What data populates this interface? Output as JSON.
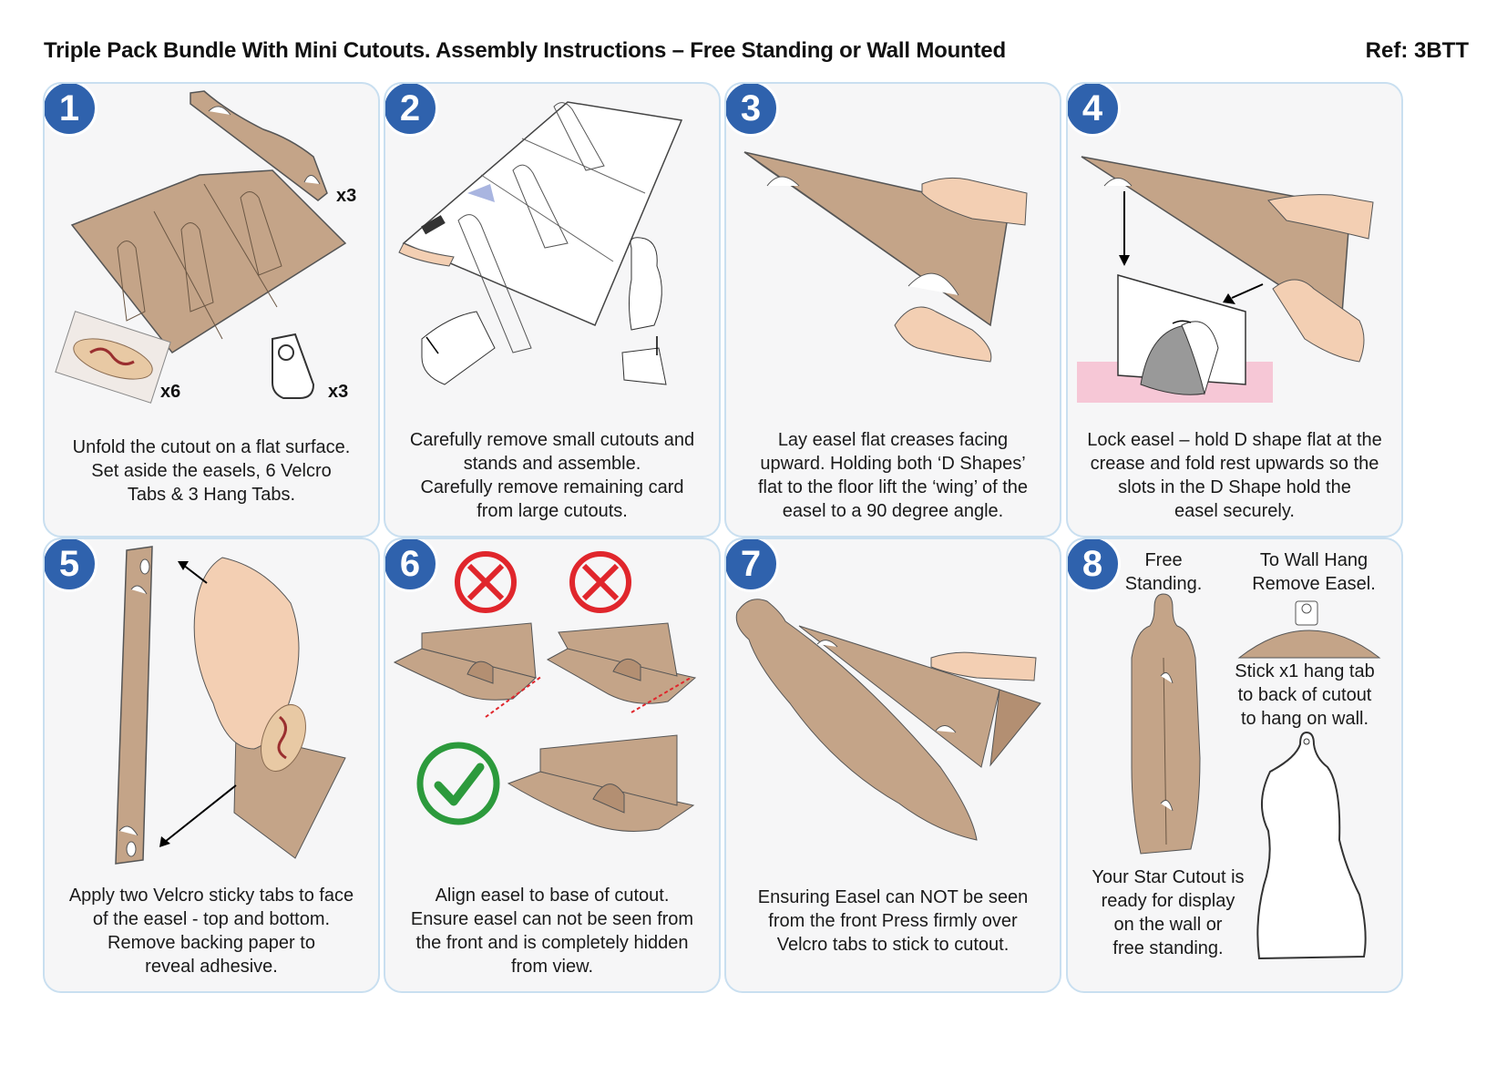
{
  "header": {
    "title": "Triple Pack Bundle With Mini Cutouts. Assembly Instructions – Free Standing or Wall Mounted",
    "ref": "Ref: 3BTT"
  },
  "colors": {
    "card": "#c4a488",
    "accent": "#2f62ad",
    "border": "#c9dff0",
    "error": "#e0262c",
    "ok": "#2c9a3c",
    "pink": "#f6c7d6"
  },
  "steps": [
    {
      "number": "1",
      "lines": [
        "Unfold the cutout on a flat surface.",
        "Set aside the easels, 6 Velcro",
        "Tabs & 3 Hang Tabs."
      ],
      "labels": {
        "easels": "x3",
        "velcro": "x6",
        "hang": "x3"
      }
    },
    {
      "number": "2",
      "lines": [
        "Carefully remove small cutouts and",
        "stands and assemble.",
        "Carefully remove remaining card",
        "from large cutouts."
      ]
    },
    {
      "number": "3",
      "lines": [
        "Lay easel flat creases facing",
        "upward. Holding both ‘D Shapes’",
        "flat to the floor lift the ‘wing’ of the",
        "easel to a 90 degree angle."
      ]
    },
    {
      "number": "4",
      "lines": [
        "Lock easel – hold D shape flat at the",
        "crease and fold rest upwards so the",
        "slots in the D Shape hold the",
        "easel securely."
      ]
    },
    {
      "number": "5",
      "lines": [
        "Apply two Velcro sticky tabs to face",
        "of the easel - top and bottom.",
        "Remove backing paper to",
        "reveal adhesive."
      ]
    },
    {
      "number": "6",
      "lines": [
        "Align easel to base of cutout.",
        "Ensure easel can not be seen from",
        "the front and is completely hidden",
        "from view."
      ]
    },
    {
      "number": "7",
      "lines": [
        "Ensuring Easel can NOT be seen",
        "from the front Press firmly over",
        "Velcro tabs to stick to cutout."
      ]
    },
    {
      "number": "8",
      "free_standing": [
        "Free",
        "Standing."
      ],
      "wall_hang": [
        "To Wall Hang",
        "Remove Easel."
      ],
      "hang_tab": [
        "Stick x1 hang tab",
        "to back of cutout",
        "to hang on wall."
      ],
      "ready": [
        "Your Star Cutout is",
        "ready for display",
        "on the wall or",
        "free standing."
      ]
    }
  ]
}
